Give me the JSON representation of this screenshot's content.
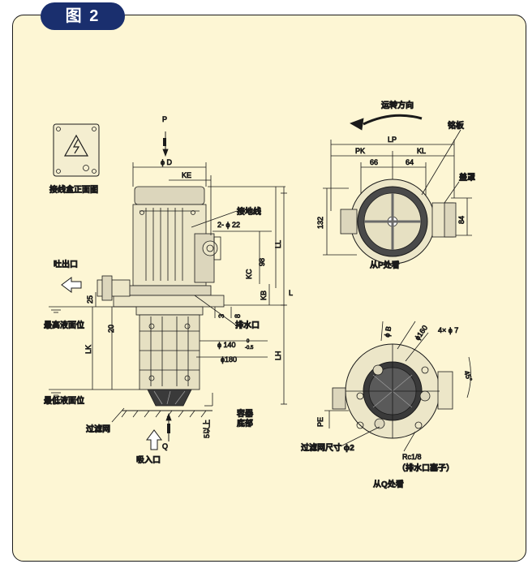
{
  "figure": {
    "tab_label": "图 2"
  },
  "labels": {
    "terminal_box_front": "接线盒正面图",
    "rotation_direction": "运转方向",
    "nameplate": "铭板",
    "cover": "盖罩",
    "ground_wire": "接地线",
    "discharge_port": "吐出口",
    "max_liquid_level": "最高液面位",
    "min_liquid_level": "最低液面位",
    "drain_port": "排水口",
    "view_from_p": "从P处看",
    "view_from_q": "从Q处看",
    "filter_net": "过滤网",
    "suction_port": "吸入口",
    "container_bottom_1": "容器",
    "container_bottom_2": "底部",
    "filter_mesh_size": "过滤网尺寸 ϕ2",
    "drain_plug_1": "Rc1/8",
    "drain_plug_2": "（排水口塞子）"
  },
  "dims": {
    "P": "P",
    "Q": "Q",
    "phiD": "ϕ D",
    "KE": "KE",
    "two_phi22": "2- ϕ 22",
    "n98": "98",
    "LL": "LL",
    "KC": "KC",
    "KB": "KB",
    "L": "L",
    "n25": "25",
    "n20": "20",
    "n3": "3",
    "n8": "8",
    "LK": "LK",
    "LH": "LH",
    "phi140": "ϕ 140",
    "phi140_tol_top": "0",
    "phi140_tol_bot": "-0.5",
    "phi180": "ϕ180",
    "five_or_more": "5以上",
    "LP": "LP",
    "PK": "PK",
    "KL": "KL",
    "n66": "66",
    "n64": "64",
    "n132": "132",
    "n84": "84",
    "phiB": "ϕ B",
    "phi160": "ϕ160",
    "four_phi7": "4× ϕ 7",
    "deg45": "45°",
    "PE": "PE"
  }
}
